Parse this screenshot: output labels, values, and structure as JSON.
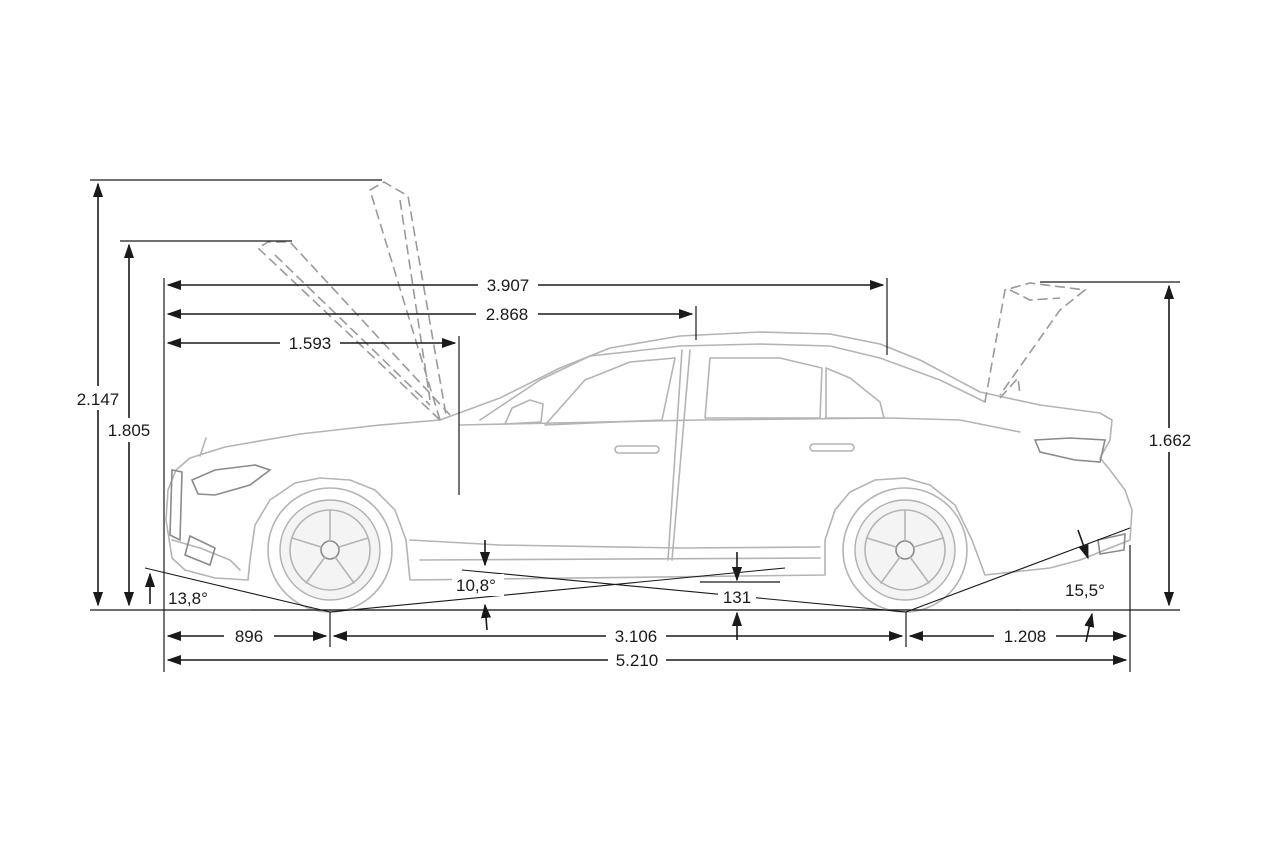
{
  "diagram": {
    "dimensions": {
      "bonnet_open_height": "2.147",
      "height_with_mirrors": "1.805",
      "boot_open_height": "1.662",
      "rear_to_c_pillar": "3.907",
      "rear_to_b_pillar": "2.868",
      "front_to_a_pillar": "1.593",
      "front_overhang": "896",
      "wheelbase": "3.106",
      "rear_overhang": "1.208",
      "overall_length": "5.210",
      "ground_clearance": "131"
    },
    "angles": {
      "approach": "13,8°",
      "breakover": "10,8°",
      "departure": "15,5°"
    }
  }
}
